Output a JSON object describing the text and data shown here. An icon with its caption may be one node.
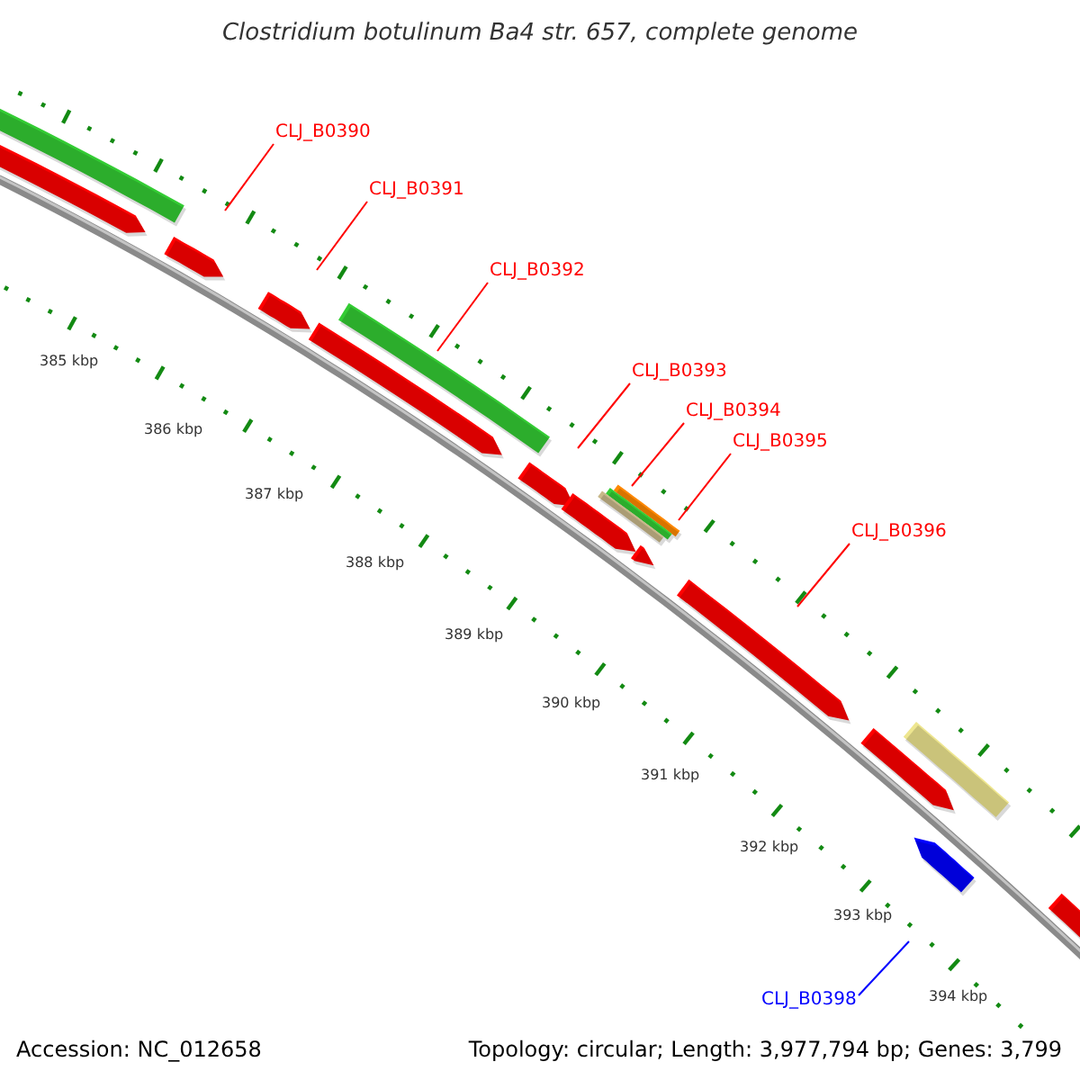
{
  "diagram": {
    "title": "Clostridium botulinum Ba4 str. 657, complete genome",
    "nodes": [
      {
        "text": [
          "CLJ_B0390"
        ]
      },
      {
        "text": [
          "CLJ_B0391"
        ]
      },
      {
        "text": [
          "CLJ_B0392"
        ]
      },
      {
        "text": [
          "CLJ_B0393"
        ]
      },
      {
        "text": [
          "CLJ_B0394"
        ]
      },
      {
        "text": [
          "CLJ_B0395"
        ]
      },
      {
        "text": [
          "CLJ_B0396"
        ]
      },
      {
        "text": [
          "CLJ_B0398"
        ]
      }
    ],
    "edges": [
      {
        "from": 0,
        "to": null,
        "arrow": "none"
      },
      {
        "from": 1,
        "to": null,
        "arrow": "none"
      },
      {
        "from": 2,
        "to": null,
        "arrow": "none"
      },
      {
        "from": 3,
        "to": null,
        "arrow": "none"
      },
      {
        "from": 4,
        "to": null,
        "arrow": "none"
      },
      {
        "from": 5,
        "to": null,
        "arrow": "none"
      },
      {
        "from": 6,
        "to": null,
        "arrow": "none"
      },
      {
        "from": 7,
        "to": null,
        "arrow": "none",
        "color": "#0000ff"
      }
    ],
    "labels": [
      "385 kbp",
      "386 kbp",
      "387 kbp",
      "388 kbp",
      "389 kbp",
      "390 kbp",
      "391 kbp",
      "392 kbp",
      "393 kbp",
      "394 kbp",
      "Accession: NC_012658",
      "Topology: circular; Length: 3,977,794 bp; Genes: 3,799"
    ]
  }
}
